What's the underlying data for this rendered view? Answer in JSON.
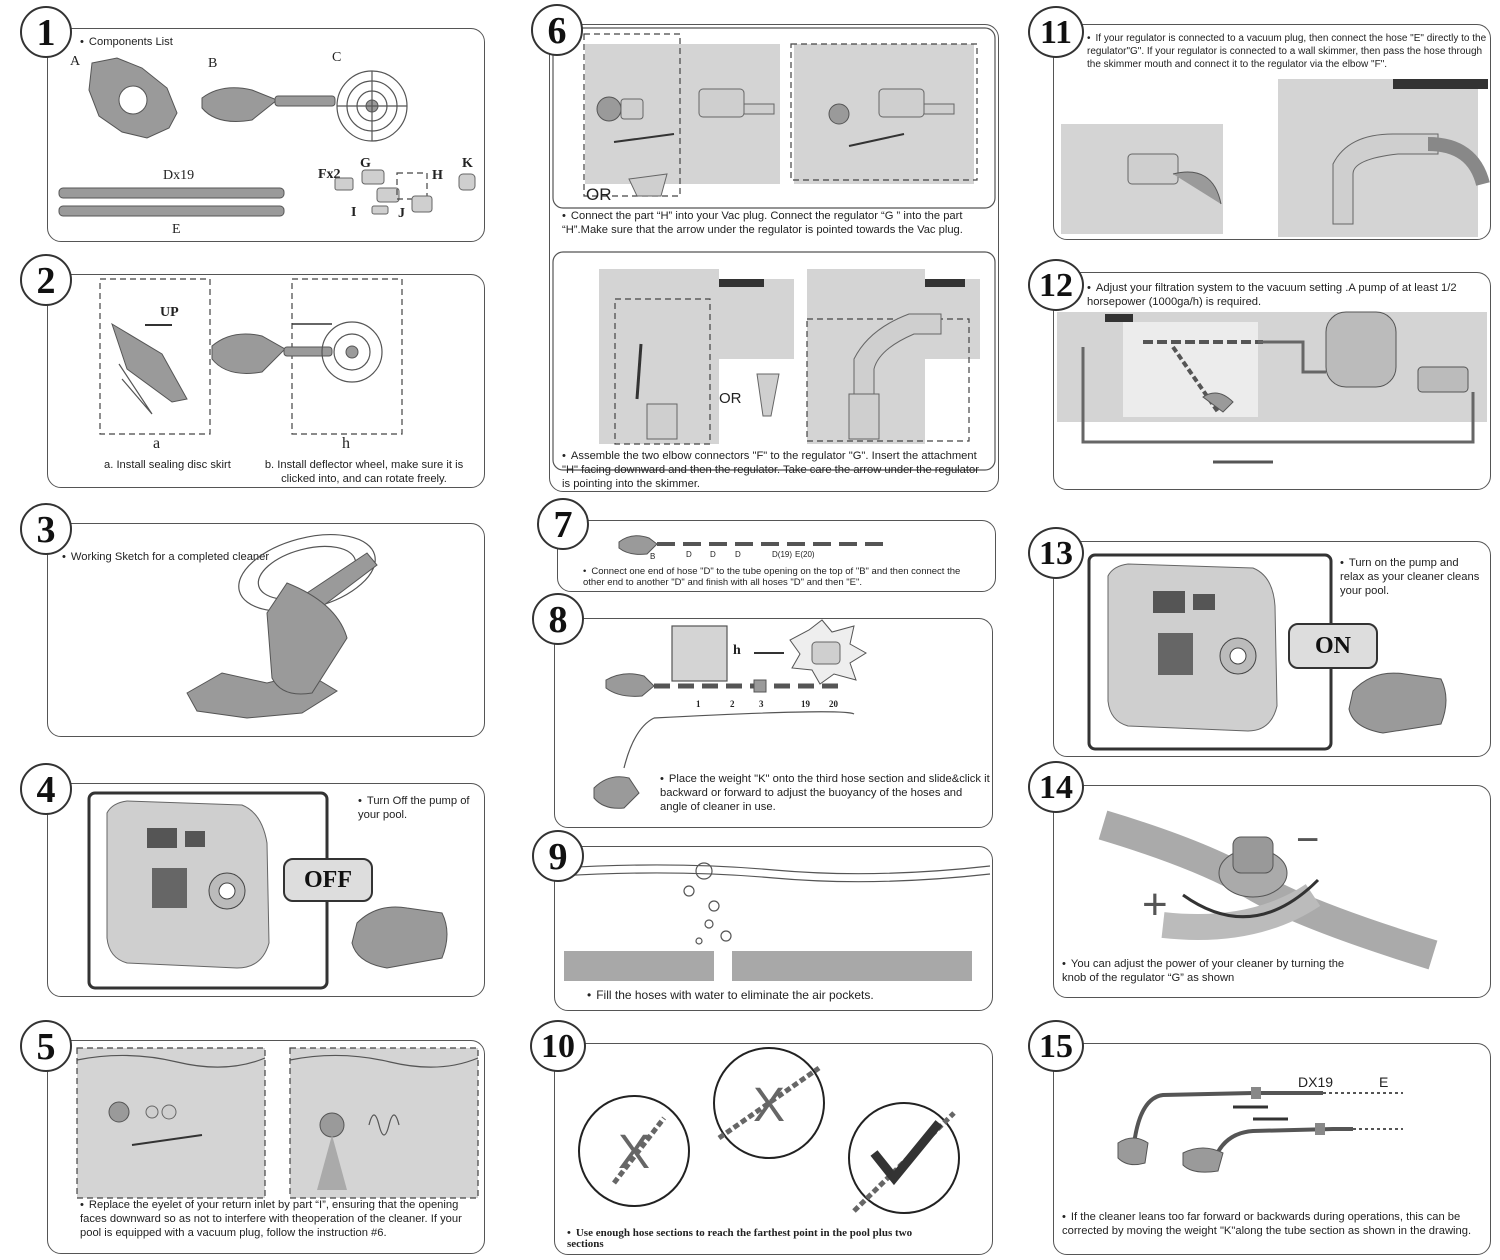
{
  "steps": {
    "s1": {
      "num": "1",
      "text": "Components List",
      "labels": {
        "a": "A",
        "b": "B",
        "c": "C",
        "d": "Dx19",
        "e": "E",
        "f": "Fx2",
        "g": "G",
        "h": "H",
        "i": "I",
        "j": "J",
        "k": "K"
      }
    },
    "s2": {
      "num": "2",
      "up": "UP",
      "a": "a",
      "h": "h",
      "text_a": "a. Install sealing disc skirt",
      "text_b": "b. Install deflector wheel, make sure it is clicked into, and can rotate freely."
    },
    "s3": {
      "num": "3",
      "text": "Working Sketch for a completed cleaner"
    },
    "s4": {
      "num": "4",
      "text": "Turn Off the pump of your pool.",
      "badge": "OFF"
    },
    "s5": {
      "num": "5",
      "text": "Replace the eyelet of your return inlet by part “I”, ensuring that the opening faces downward so as not to interfere with theoperation of the cleaner. If your pool is equipped with a vacuum plug, follow the instruction #6."
    },
    "s6": {
      "num": "6",
      "or1": "OR",
      "or2": "OR",
      "text1": "Connect the part “H” into your Vac plug. Connect the regulator “G ” into the part “H”.Make sure that the arrow under the regulator is pointed towards the Vac plug.",
      "text2": "Assemble the two elbow connectors \"F\" to the regulator \"G\". Insert the attachment \"H\" facing downward and then the regulator. Take care the arrow under the regulator is pointing into the skimmer."
    },
    "s7": {
      "num": "7",
      "text": "Connect one end of hose \"D\" to the tube opening on the top of \"B\" and then connect the other end to another \"D\" and finish with all hoses \"D\" and then \"E\".",
      "labels": [
        "B",
        "D",
        "D",
        "D",
        "D(19)",
        "E(20)"
      ]
    },
    "s8": {
      "num": "8",
      "h": "h",
      "labels": [
        "1",
        "2",
        "3",
        "19",
        "20"
      ],
      "text": "Place the weight \"K\" onto the third hose section and slide&click it backward or forward to adjust the buoyancy of the hoses and angle of cleaner in use."
    },
    "s9": {
      "num": "9",
      "text": "Fill the hoses with water to eliminate the air pockets."
    },
    "s10": {
      "num": "10",
      "text": "Use enough hose sections to reach the farthest point in the pool plus two sections"
    },
    "s11": {
      "num": "11",
      "text": "If your regulator is connected to a vacuum plug, then connect the hose \"E\" directly to the regulator\"G\". If your regulator is connected to a wall skimmer, then pass the hose through the skimmer mouth and connect it to the regulator via the elbow \"F\"."
    },
    "s12": {
      "num": "12",
      "text": "Adjust your filtration system to the vacuum setting .A pump of at least 1/2 horsepower (1000ga/h) is required."
    },
    "s13": {
      "num": "13",
      "text": "Turn on the pump and relax as your cleaner cleans your pool.",
      "badge": "ON"
    },
    "s14": {
      "num": "14",
      "minus": "−",
      "plus": "+",
      "text": "You can adjust the power of your cleaner by turning the knob of the regulator “G” as shown"
    },
    "s15": {
      "num": "15",
      "dx": "DX19",
      "e": "E",
      "text": "If the cleaner leans too far forward or backwards during operations, this can be corrected by moving the weight \"K\"along the tube section as shown in the drawing."
    }
  },
  "colors": {
    "stroke": "#555555",
    "gray": "#9a9a9a",
    "light": "#cfcfcf"
  }
}
